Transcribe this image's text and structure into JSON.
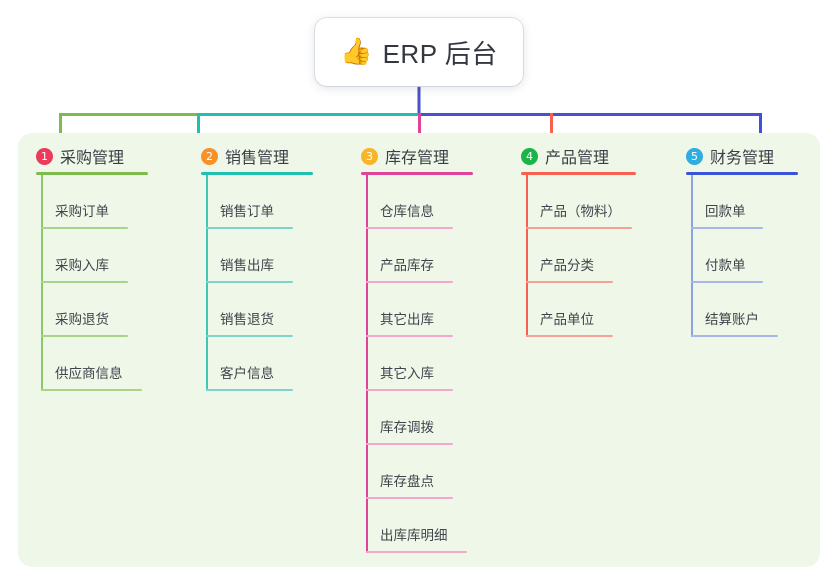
{
  "root": {
    "icon": "thumbs-up-icon",
    "emoji": "👍",
    "title": "ERP 后台"
  },
  "palette": {
    "panel_bg": "#eef7e8",
    "page_bg": "#ffffff",
    "text": "#3a3f46",
    "trunk_blue": "#4a52c8",
    "bar_green": "#7dbc4b",
    "bar_teal": "#1dbfad",
    "bar_blue": "#4a52c8"
  },
  "columns": [
    {
      "number": "1",
      "title": "采购管理",
      "badge_color": "#ec3b5b",
      "rule_color": "#7dbc4b",
      "leaf_color": "#a8d48a",
      "stem_color": "#8cc76a",
      "drop_color": "#7dbc4b",
      "head_rule_width": 112,
      "items": [
        {
          "label": "采购订单",
          "rule_width": 87
        },
        {
          "label": "采购入库",
          "rule_width": 87
        },
        {
          "label": "采购退货",
          "rule_width": 87
        },
        {
          "label": "供应商信息",
          "rule_width": 101
        }
      ]
    },
    {
      "number": "2",
      "title": "销售管理",
      "badge_color": "#f7912a",
      "rule_color": "#20c0b0",
      "leaf_color": "#7fd3cb",
      "stem_color": "#43c6ba",
      "drop_color": "#20c0b0",
      "head_rule_width": 112,
      "items": [
        {
          "label": "销售订单",
          "rule_width": 87
        },
        {
          "label": "销售出库",
          "rule_width": 87
        },
        {
          "label": "销售退货",
          "rule_width": 87
        },
        {
          "label": "客户信息",
          "rule_width": 87
        }
      ]
    },
    {
      "number": "3",
      "title": "库存管理",
      "badge_color": "#f7b52a",
      "rule_color": "#e0449a",
      "leaf_color": "#f1a8cc",
      "stem_color": "#e0449a",
      "drop_color": "#e0449a",
      "head_rule_width": 112,
      "items": [
        {
          "label": "仓库信息",
          "rule_width": 87
        },
        {
          "label": "产品库存",
          "rule_width": 87
        },
        {
          "label": "其它出库",
          "rule_width": 87
        },
        {
          "label": "其它入库",
          "rule_width": 87
        },
        {
          "label": "库存调拨",
          "rule_width": 87
        },
        {
          "label": "库存盘点",
          "rule_width": 87
        },
        {
          "label": "出库库明细",
          "rule_width": 101
        }
      ]
    },
    {
      "number": "4",
      "title": "产品管理",
      "badge_color": "#1cb44a",
      "rule_color": "#f8604f",
      "leaf_color": "#f7a098",
      "stem_color": "#f8604f",
      "drop_color": "#f8604f",
      "head_rule_width": 115,
      "items": [
        {
          "label": "产品（物料）",
          "rule_width": 106
        },
        {
          "label": "产品分类",
          "rule_width": 87
        },
        {
          "label": "产品单位",
          "rule_width": 87
        }
      ]
    },
    {
      "number": "5",
      "title": "财务管理",
      "badge_color": "#2eade0",
      "rule_color": "#3a53d8",
      "leaf_color": "#a8b6e8",
      "stem_color": "#8fa0e0",
      "drop_color": "#3a53d8",
      "head_rule_width": 112,
      "items": [
        {
          "label": "回款单",
          "rule_width": 72
        },
        {
          "label": "付款单",
          "rule_width": 72
        },
        {
          "label": "结算账户",
          "rule_width": 87
        }
      ]
    }
  ]
}
